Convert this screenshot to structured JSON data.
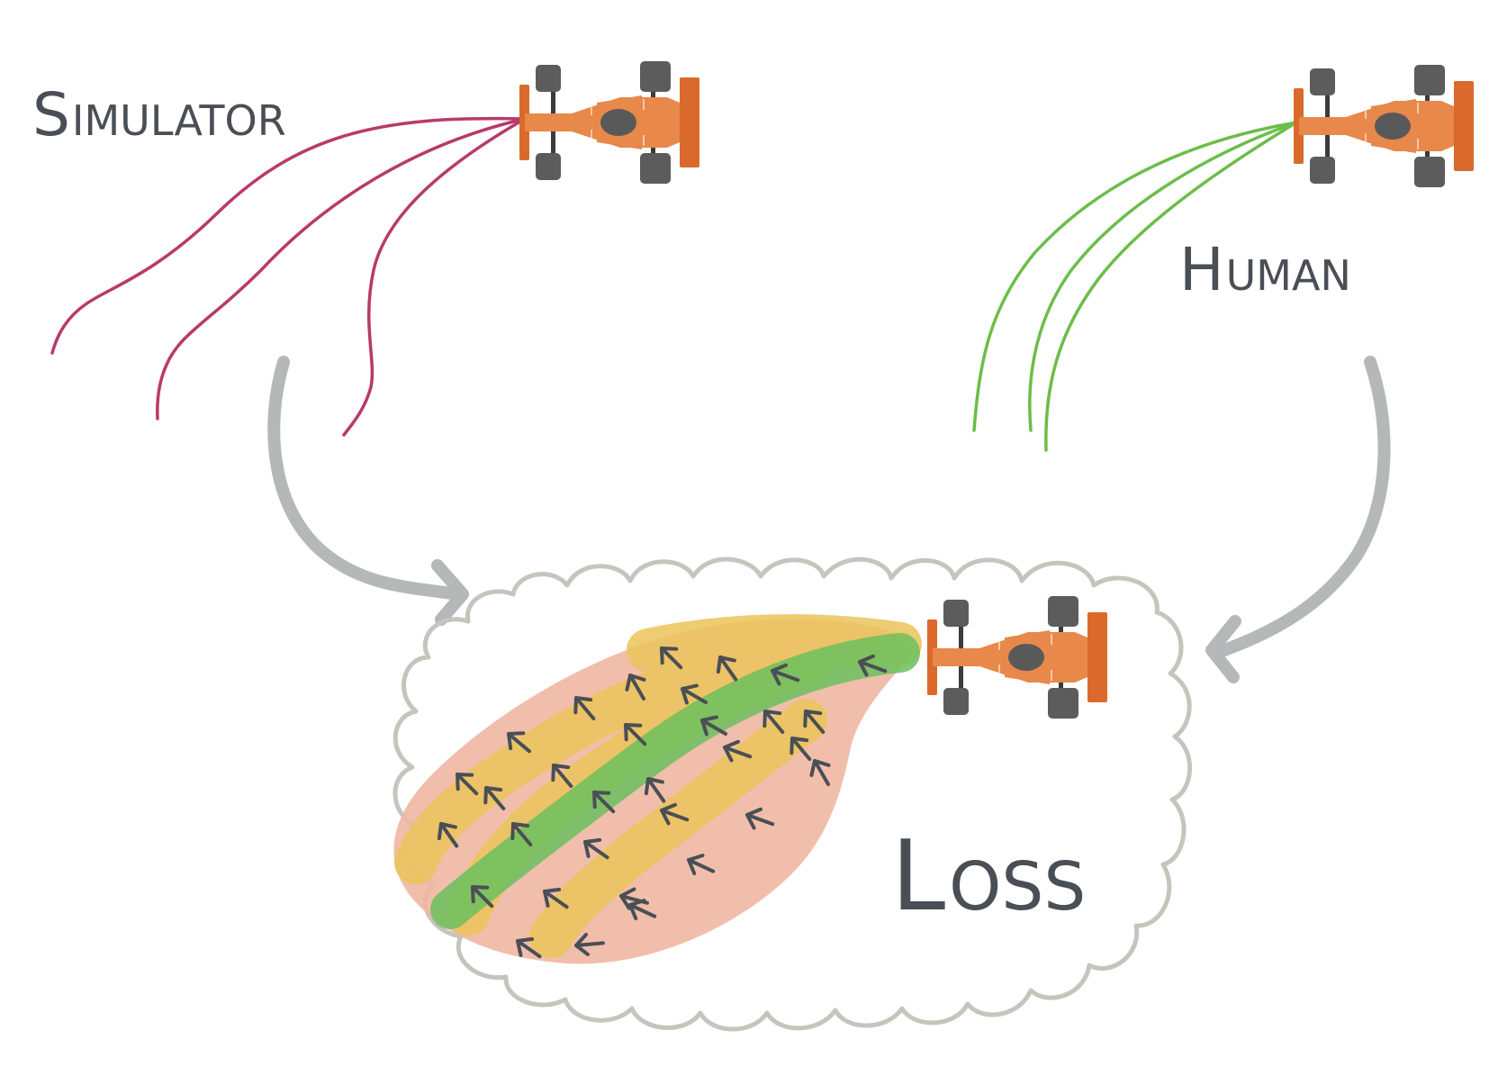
{
  "labels": {
    "simulator": {
      "first": "S",
      "rest": "IMULATOR"
    },
    "human": {
      "first": "H",
      "rest": "UMAN"
    },
    "loss": {
      "first": "L",
      "rest": "OSS"
    }
  },
  "colors": {
    "background": "#ffffff",
    "simulator_paths": "#b83a6a",
    "human_paths": "#6cbd4a",
    "flow_arrows": "#b5b8b8",
    "cloud_outline": "#c6c4bd",
    "region_outer": "#efb7a3",
    "region_middle": "#ecc45a",
    "region_inner": "#6cbf5e",
    "vector_arrows": "#4a4f55",
    "text": "#4a4f55",
    "car_body": "#e8884a",
    "car_dark": "#d96a2b",
    "car_wheels": "#5a5a5a"
  },
  "icons": [
    "race-car-icon",
    "arrow-icon"
  ]
}
